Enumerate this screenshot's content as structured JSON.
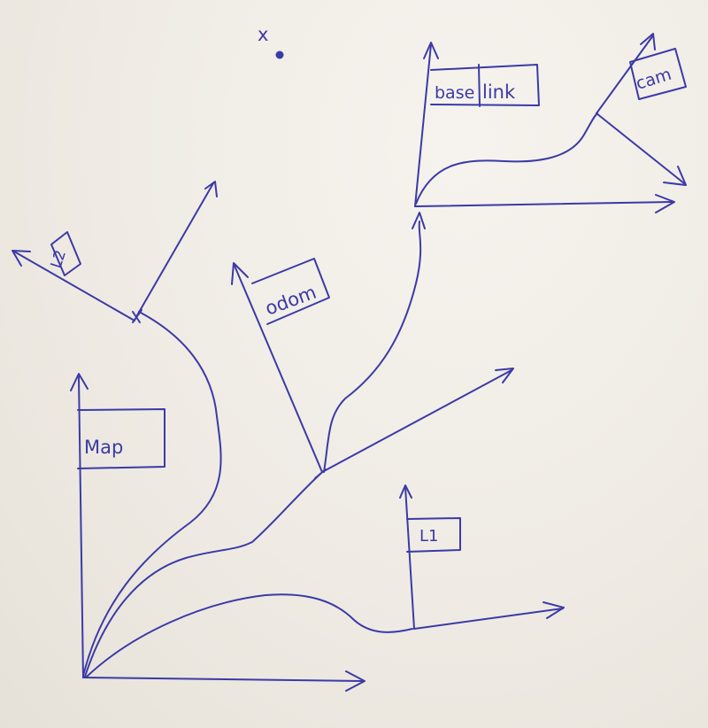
{
  "colors": {
    "ink": "#3b3aa6",
    "paper": "#f2efe9"
  },
  "frames": {
    "map": {
      "label": "Map"
    },
    "odom": {
      "label": "odom"
    },
    "base_link": {
      "label_left": "base",
      "label_right": "link"
    },
    "cam": {
      "label": "cam"
    },
    "l1": {
      "label": "L1"
    },
    "l2": {
      "label": "L2"
    }
  },
  "point_marker": {
    "label": "x"
  }
}
